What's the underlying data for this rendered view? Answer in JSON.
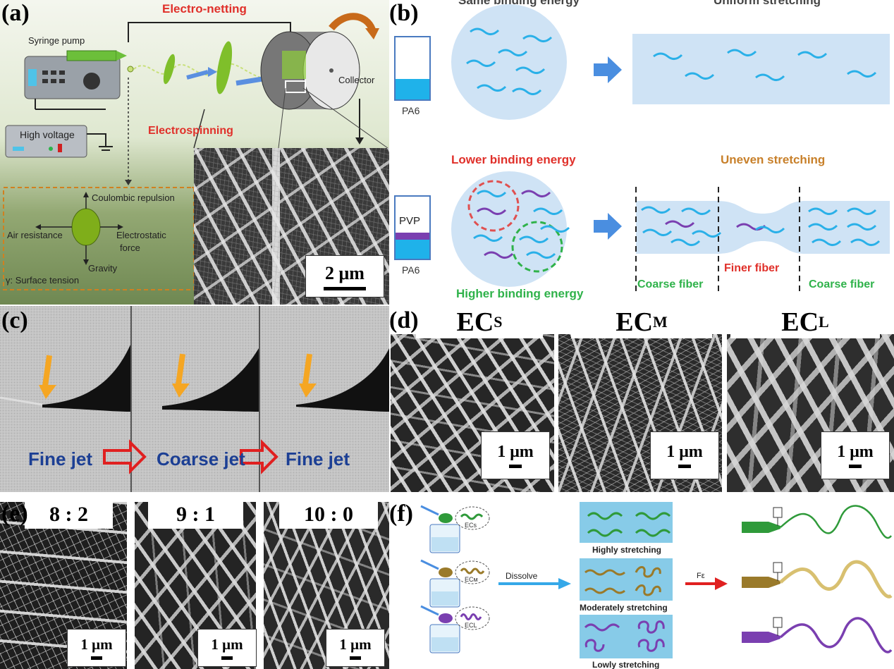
{
  "panel_labels": {
    "a": "(a)",
    "b": "(b)",
    "c": "(c)",
    "d": "(d)",
    "e": "(e)",
    "f": "(f)"
  },
  "panel_a": {
    "electro_netting": "Electro-netting",
    "syringe_pump": "Syringe pump",
    "high_voltage": "High voltage",
    "electrospinning": "Electrospinning",
    "collector": "Collector",
    "coulombic_repulsion": "Coulombic repulsion",
    "air_resistance": "Air resistance",
    "electrostatic_force": "Electrostatic force",
    "gravity": "Gravity",
    "surface_tension": "γ: Surface tension",
    "scale": "2 μm"
  },
  "panel_b": {
    "same_binding": "Same binding energy",
    "uniform_stretching": "Uniform stretching",
    "pa6_top": "PA6",
    "lower_binding": "Lower binding energy",
    "uneven_stretching": "Uneven stretching",
    "pvp": "PVP",
    "pa6_bottom": "PA6",
    "higher_binding": "Higher binding energy",
    "coarse_left": "Coarse fiber",
    "finer": "Finer fiber",
    "coarse_right": "Coarse fiber"
  },
  "panel_c": {
    "jet1": "Fine jet",
    "jet2": "Coarse jet",
    "jet3": "Fine jet"
  },
  "panel_d": {
    "titles": [
      {
        "main": "EC",
        "sub": "S"
      },
      {
        "main": "EC",
        "sub": "M"
      },
      {
        "main": "EC",
        "sub": "L"
      }
    ],
    "scale": "1 μm"
  },
  "panel_e": {
    "titles": [
      "8 : 2",
      "9 : 1",
      "10 : 0"
    ],
    "scale": "1 μm"
  },
  "panel_f": {
    "ec_s": "ECs",
    "ec_m": "ECм",
    "ec_l": "ECL",
    "dissolve": "Dissolve",
    "highly": "Highly stretching",
    "moderately": "Moderately stretching",
    "lowly": "Lowly stretching",
    "force": "Fε"
  },
  "colors": {
    "red_label": "#e0302a",
    "green_label": "#2fb24a",
    "orange_label": "#c8802a",
    "fiber_blue": "#2ab0e8",
    "fiber_purple": "#7a3fb0",
    "arrow_blue": "#4a8ee0",
    "jet_text": "#1c3f94"
  }
}
